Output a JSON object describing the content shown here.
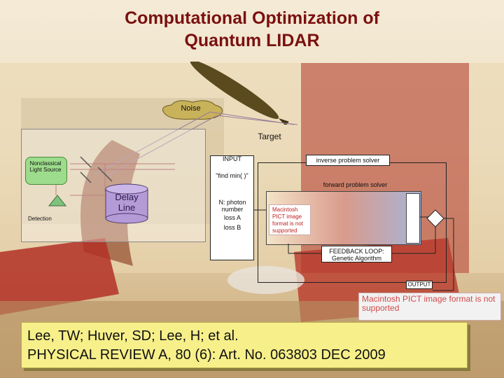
{
  "title": {
    "line1": "Computational Optimization of",
    "line2": "Quantum LIDAR"
  },
  "scene": {
    "noise_label": "Noise",
    "target_label": "Target",
    "source_label": "Nonclassical Light Source",
    "detection_label": "Detection",
    "delay_line_label": "Delay Line"
  },
  "diagram": {
    "input_label": "INPUT",
    "find_min_label": "\"find min(   )\"",
    "photon_number_label": "N: photon number",
    "loss_a_label": "loss A",
    "loss_b_label": "loss B",
    "inverse_solver_label": "inverse problem solver",
    "forward_solver_label": "forward problem solver",
    "feedback_label": "FEEDBACK LOOP: Genetic Algorithm",
    "output_label": "OUTPUT"
  },
  "pict_placeholder": {
    "small_text": "Macintosh PICT image format is not supported",
    "large_text": "Macintosh PICT image format is not supported"
  },
  "citation": {
    "line1": "Lee, TW; Huver, SD; Lee, H; et al.",
    "line2": "PHYSICAL REVIEW A, 80 (6): Art. No. 063803 DEC 2009"
  }
}
